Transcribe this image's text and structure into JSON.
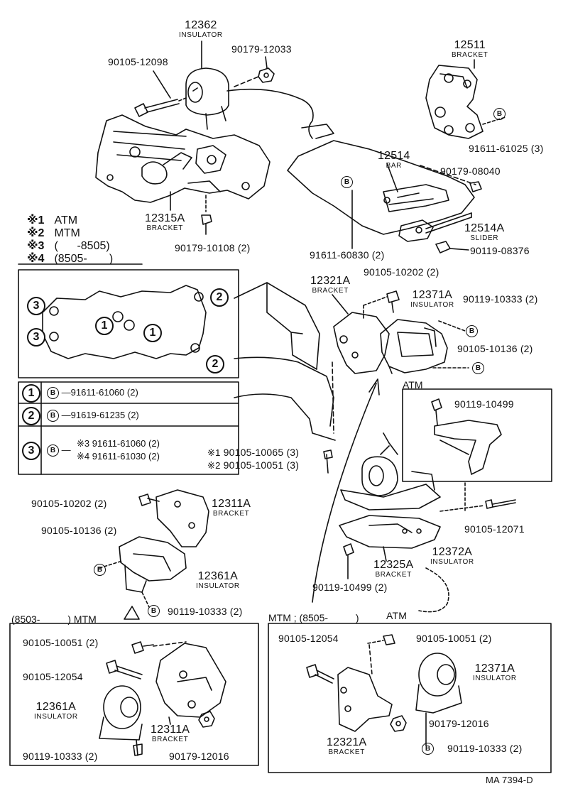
{
  "parts": {
    "p12362": {
      "pn": "12362",
      "desc": "INSULATOR"
    },
    "p90105_12098": {
      "pn": "90105-12098"
    },
    "p90179_12033": {
      "pn": "90179-12033"
    },
    "p12511": {
      "pn": "12511",
      "desc": "BRACKET"
    },
    "p91611_61025": {
      "pn": "91611-61025 (3)"
    },
    "p12514": {
      "pn": "12514",
      "desc": "BAR"
    },
    "p90179_08040": {
      "pn": "90179-08040"
    },
    "p12514A": {
      "pn": "12514A",
      "desc": "SLIDER"
    },
    "p90119_08376": {
      "pn": "90119-08376"
    },
    "p91611_60830": {
      "pn": "91611-60830 (2)"
    },
    "p12315A": {
      "pn": "12315A",
      "desc": "BRACKET"
    },
    "p90179_10108": {
      "pn": "90179-10108 (2)"
    },
    "p12321A_top": {
      "pn": "12321A",
      "desc": "BRACKET"
    },
    "p90105_10202_top": {
      "pn": "90105-10202 (2)"
    },
    "p12371A_top": {
      "pn": "12371A",
      "desc": "INSULATOR"
    },
    "p90119_10333_top": {
      "pn": "90119-10333 (2)"
    },
    "p90105_10136_top": {
      "pn": "90105-10136 (2)"
    },
    "p90119_10499_atm": {
      "pn": "90119-10499"
    },
    "p90105_10065": {
      "pn": "90105-10065 (3)"
    },
    "p90105_10051_mid": {
      "pn": "90105-10051 (3)"
    },
    "p90105_12071": {
      "pn": "90105-12071"
    },
    "p90105_10202_left": {
      "pn": "90105-10202 (2)"
    },
    "p12311A_mid": {
      "pn": "12311A",
      "desc": "BRACKET"
    },
    "p90105_10136_left": {
      "pn": "90105-10136 (2)"
    },
    "p12361A_mid": {
      "pn": "12361A",
      "desc": "INSULATOR"
    },
    "p90119_10333_mid": {
      "pn": "90119-10333 (2)"
    },
    "p12325A": {
      "pn": "12325A",
      "desc": "BRACKET"
    },
    "p12372A": {
      "pn": "12372A",
      "desc": "INSULATOR"
    },
    "p90119_10499_mid": {
      "pn": "90119-10499 (2)"
    },
    "p90105_10051_bl": {
      "pn": "90105-10051 (2)"
    },
    "p90105_12054_bl": {
      "pn": "90105-12054"
    },
    "p12361A_bl": {
      "pn": "12361A",
      "desc": "INSULATOR"
    },
    "p12311A_bl": {
      "pn": "12311A",
      "desc": "BRACKET"
    },
    "p90119_10333_bl": {
      "pn": "90119-10333 (2)"
    },
    "p90179_12016_bl": {
      "pn": "90179-12016"
    },
    "p90105_12054_br": {
      "pn": "90105-12054"
    },
    "p90105_10051_br": {
      "pn": "90105-10051 (2)"
    },
    "p12371A_br": {
      "pn": "12371A",
      "desc": "INSULATOR"
    },
    "p12321A_br": {
      "pn": "12321A",
      "desc": "BRACKET"
    },
    "p90179_12016_br": {
      "pn": "90179-12016"
    },
    "p90119_10333_br": {
      "pn": "90119-10333 (2)"
    }
  },
  "legend": [
    {
      "mark": "※1",
      "value": "ATM"
    },
    {
      "mark": "※2",
      "value": "MTM"
    },
    {
      "mark": "※3",
      "value": "(      -8505)"
    },
    {
      "mark": "※4",
      "value": "(8505-       )"
    }
  ],
  "bolt_pattern": {
    "positions": [
      "1",
      "2",
      "3"
    ]
  },
  "bolt_table": {
    "row1": {
      "num": "1",
      "b": "B",
      "text": "91611-61060 (2)"
    },
    "row2": {
      "num": "2",
      "b": "B",
      "text": "91619-61235 (2)"
    },
    "row3": {
      "num": "3",
      "b": "B",
      "line1_mark": "※3",
      "line1": "91611-61060 (2)",
      "line2_mark": "※4",
      "line2": "91611-61030 (2)"
    }
  },
  "notes": {
    "note_mark1": "※1",
    "note_mark2": "※2",
    "atm_label": "ATM",
    "box_left_title": "(8503-          ) MTM",
    "box_right_title": "MTM ; (8505-          )",
    "atm_tag": "ATM",
    "b_symbol": "B",
    "ref_code": "MA 7394-D"
  }
}
